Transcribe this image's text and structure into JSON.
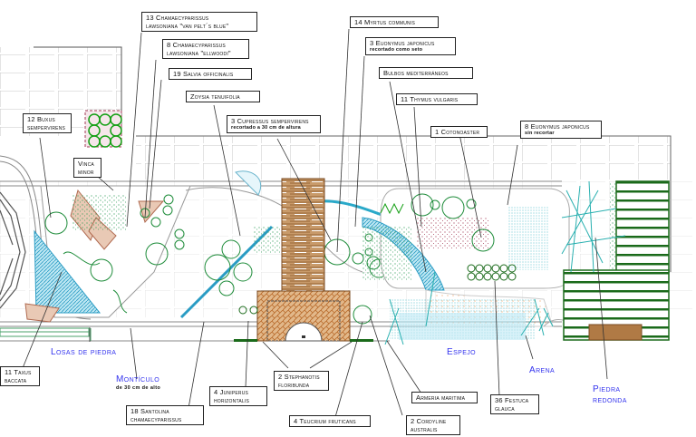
{
  "drawing": {
    "type": "landscape-planting-plan",
    "colors": {
      "outline": "#333333",
      "grid": "#bbbbbb",
      "plants": "#1e8c3a",
      "dark_green": "#1a6a1a",
      "water": "#2aa9c9",
      "wood": "#b07a45",
      "brick": "#c98a4e",
      "rock": "#b06a50",
      "flowers": "#a33a55",
      "zone_text": "#3333ee"
    }
  },
  "plant_labels": [
    {
      "id": "chamaecyparis-vanpelt",
      "text": "13 Chamaecyparissus lawsoniana \"van pelt´s blue\"",
      "line1": "13 Chamaecyparissus",
      "line2": "lawsoniana \"van pelt´s blue\""
    },
    {
      "id": "chamaecyparis-ellwoodi",
      "line1": "8 Chamaecyparissus",
      "line2": "lawsoniana \"ellwoodi\""
    },
    {
      "id": "salvia",
      "line1": "19 Salvia officinalis"
    },
    {
      "id": "zoysia",
      "line1": "Zoysia tenuifolia"
    },
    {
      "id": "cupressus",
      "line1": "3 Cupressus sempervirens",
      "note": "recortado a 30 cm de altura"
    },
    {
      "id": "myrtus",
      "line1": "14 Myrtus communis"
    },
    {
      "id": "euonymus-seto",
      "line1": "3 Euonymus japonicus",
      "note": "recortado como seto"
    },
    {
      "id": "bulbos",
      "line1": "Bulbos mediterráneos"
    },
    {
      "id": "thymus",
      "line1": "11 Thymus vulgaris"
    },
    {
      "id": "cotoneaster",
      "line1": "1 Cotonoaster"
    },
    {
      "id": "euonymus-sin",
      "line1": "8 Euonymus japonicus",
      "note": "sin recortar"
    },
    {
      "id": "buxus",
      "line1": "12 Buxus",
      "line2": "sempervirens"
    },
    {
      "id": "vinca",
      "line1": "Vinca",
      "line2": "minor"
    },
    {
      "id": "taxus",
      "line1": "11 Taxus",
      "line2": "baccata"
    },
    {
      "id": "santolina",
      "line1": "18 Santolina",
      "line2": "chamaecyparissus"
    },
    {
      "id": "juniperus",
      "line1": "4 Juniperus",
      "line2": "horizontalis"
    },
    {
      "id": "stephanotis",
      "line1": "2 Stephanotis",
      "line2": "floribunda"
    },
    {
      "id": "teucrium",
      "line1": "4 Teucrium fruticans"
    },
    {
      "id": "armeria",
      "line1": "Armeria maritima"
    },
    {
      "id": "cordyline",
      "line1": "2 Cordyline",
      "line2": "australis"
    },
    {
      "id": "festuca",
      "line1": "36 Festuca",
      "line2": "glauca"
    }
  ],
  "zone_labels": [
    {
      "id": "losas",
      "text": "Losas de piedra"
    },
    {
      "id": "monticulo",
      "text": "Montículo",
      "note": "de 30 cm de alto"
    },
    {
      "id": "espejo",
      "text": "Espejo"
    },
    {
      "id": "arena",
      "text": "Arena"
    },
    {
      "id": "piedra",
      "line1": "Piedra",
      "line2": "redonda"
    }
  ]
}
